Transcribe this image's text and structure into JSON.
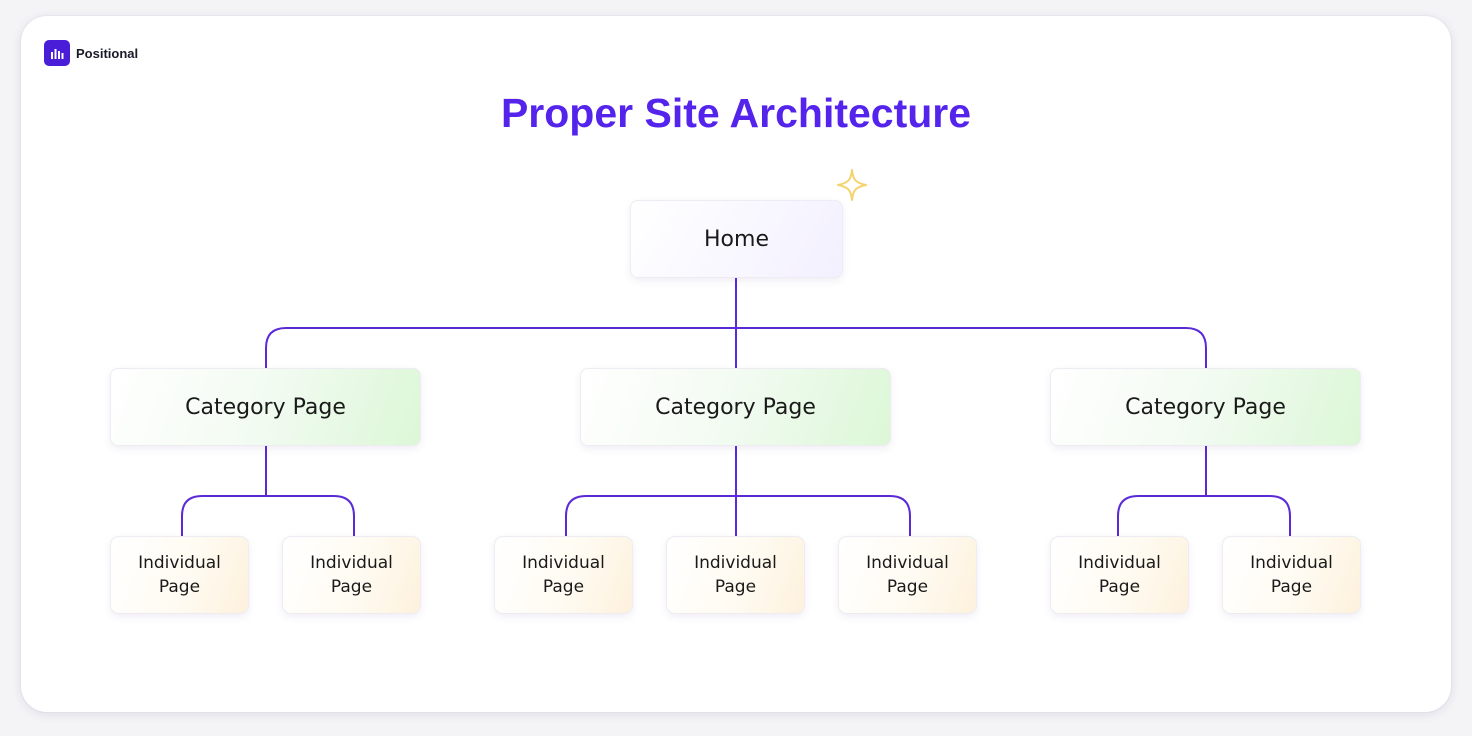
{
  "brand": {
    "name": "Positional",
    "logo_icon": "bar-chart-icon",
    "color": "#4a1dd9"
  },
  "title": "Proper Site Architecture",
  "colors": {
    "accent": "#5424ec",
    "connector": "#5a2ad6",
    "sparkle": "#f4d36b",
    "home_fill": "#f3f0ff",
    "category_fill": "#dcf7d7",
    "individual_fill": "#fdf1dc"
  },
  "home": {
    "label": "Home"
  },
  "categories": [
    {
      "label": "Category Page",
      "children": [
        {
          "line1": "Individual",
          "line2": "Page"
        },
        {
          "line1": "Individual",
          "line2": "Page"
        }
      ]
    },
    {
      "label": "Category Page",
      "children": [
        {
          "line1": "Individual",
          "line2": "Page"
        },
        {
          "line1": "Individual",
          "line2": "Page"
        },
        {
          "line1": "Individual",
          "line2": "Page"
        }
      ]
    },
    {
      "label": "Category Page",
      "children": [
        {
          "line1": "Individual",
          "line2": "Page"
        },
        {
          "line1": "Individual",
          "line2": "Page"
        }
      ]
    }
  ],
  "decorations": {
    "sparkle_icon": "sparkle-icon"
  }
}
